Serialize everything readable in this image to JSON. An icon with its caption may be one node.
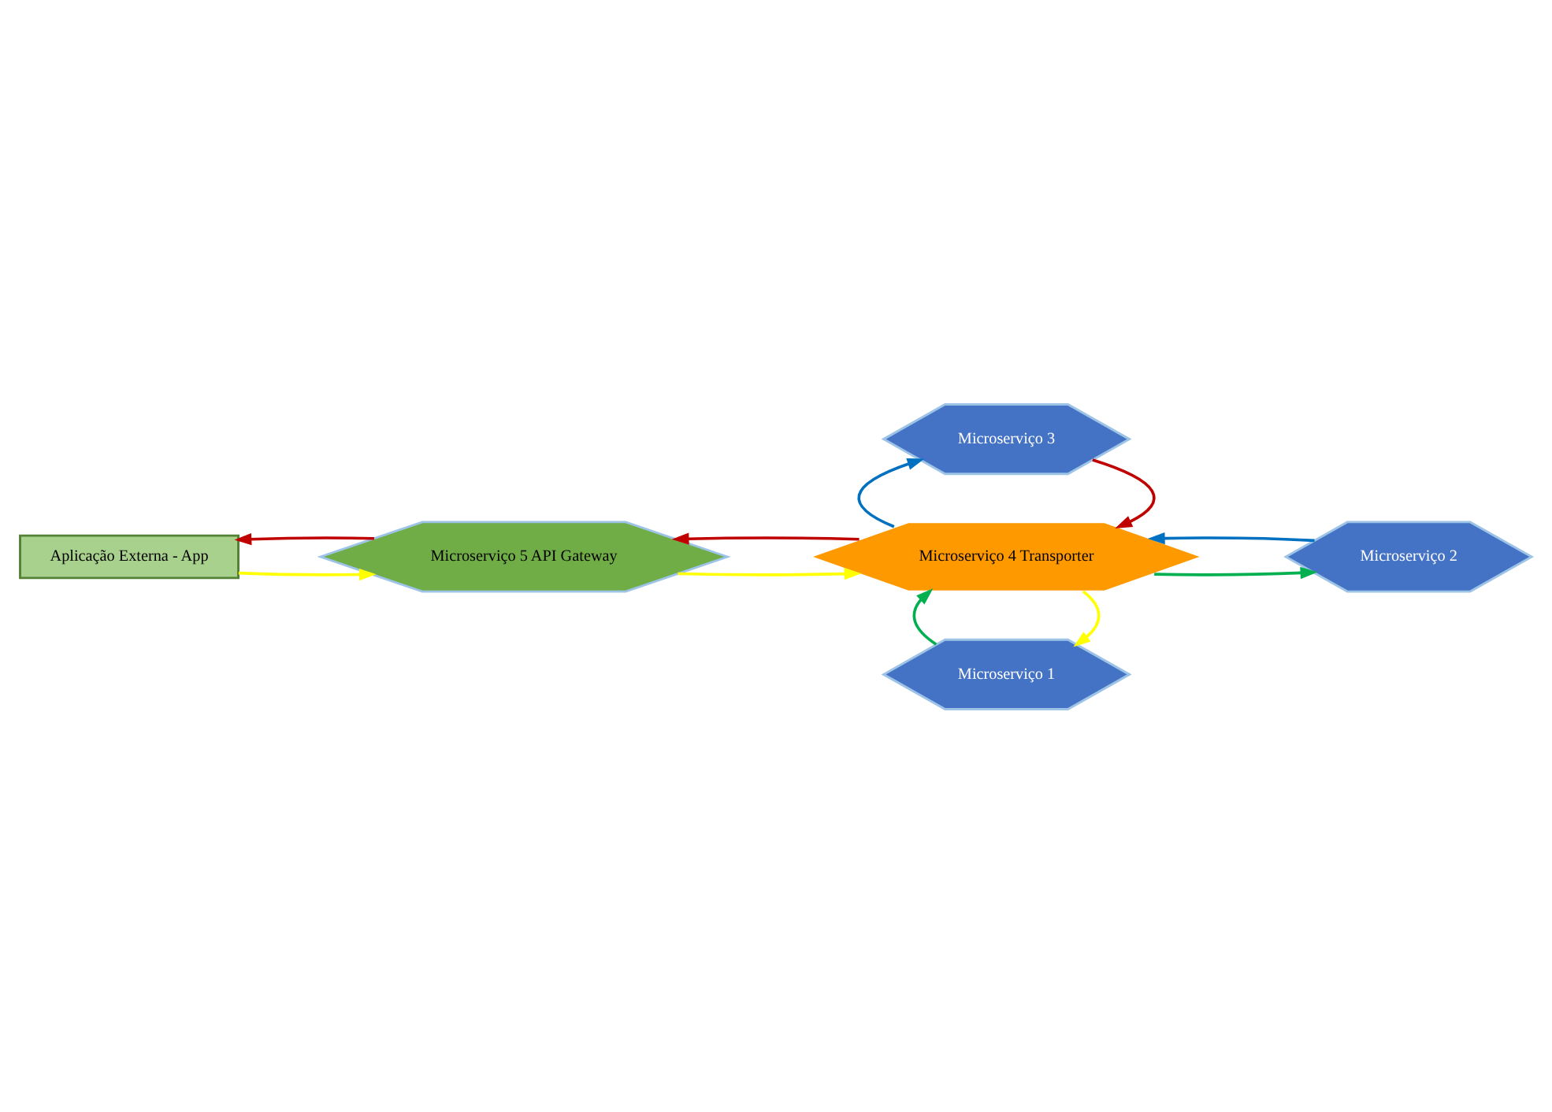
{
  "diagram": {
    "nodes": [
      {
        "text": [
          "Aplicação Externa - App"
        ]
      },
      {
        "text": [
          "Microserviço 5 API Gateway"
        ]
      },
      {
        "text": [
          "Microserviço 4 Transporter"
        ]
      },
      {
        "text": [
          "Microserviço 1"
        ]
      },
      {
        "text": [
          "Microserviço 2"
        ]
      },
      {
        "text": [
          "Microserviço 3"
        ]
      }
    ],
    "edges": [
      {
        "from": 0,
        "to": 1,
        "arrow": "to",
        "color": "#ffff00"
      },
      {
        "from": 1,
        "to": 0,
        "arrow": "to",
        "color": "#c00000"
      },
      {
        "from": 1,
        "to": 2,
        "arrow": "to",
        "color": "#ffff00"
      },
      {
        "from": 2,
        "to": 1,
        "arrow": "to",
        "color": "#c00000"
      },
      {
        "from": 2,
        "to": 3,
        "arrow": "to",
        "color": "#ffff00"
      },
      {
        "from": 3,
        "to": 2,
        "arrow": "to",
        "color": "#00b050"
      },
      {
        "from": 2,
        "to": 4,
        "arrow": "to",
        "color": "#00b050"
      },
      {
        "from": 4,
        "to": 2,
        "arrow": "to",
        "color": "#0070c0"
      },
      {
        "from": 5,
        "to": 2,
        "arrow": "to",
        "color": "#c00000"
      },
      {
        "from": 2,
        "to": 5,
        "arrow": "to",
        "color": "#0070c0"
      }
    ]
  }
}
